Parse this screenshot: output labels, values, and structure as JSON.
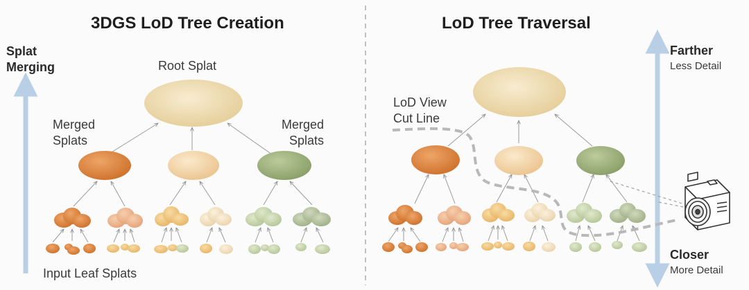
{
  "left": {
    "title": "3DGS LoD Tree Creation",
    "axis_label_line1": "Splat",
    "axis_label_line2": "Merging",
    "root_label": "Root Splat",
    "merged_left_line1": "Merged",
    "merged_left_line2": "Splats",
    "merged_right_line1": "Merged",
    "merged_right_line2": "Splats",
    "leaf_label": "Input Leaf Splats"
  },
  "right": {
    "title": "LoD Tree Traversal",
    "cut_line_line1": "LoD View",
    "cut_line_line2": "Cut Line",
    "far_title": "Farther",
    "far_sub": "Less Detail",
    "near_title": "Closer",
    "near_sub": "More Detail"
  },
  "colors": {
    "root": "#f0e0b8",
    "orange": "#e08848",
    "peach": "#f3d8b0",
    "green": "#a6b884",
    "axis": "#b8cfe6",
    "cut_line": "#b8b8b8"
  }
}
